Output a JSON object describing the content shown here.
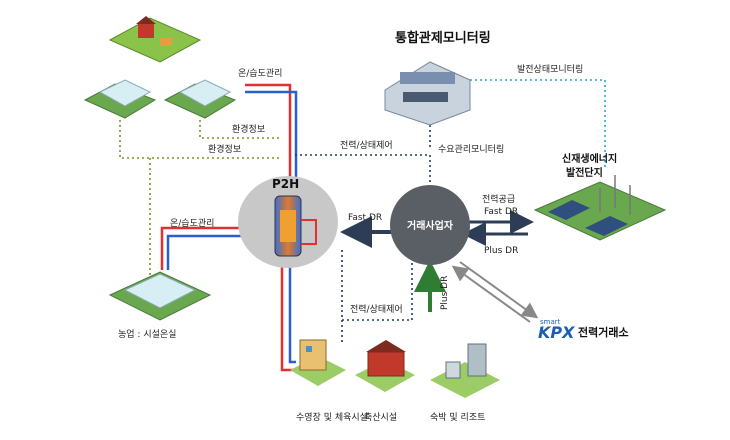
{
  "title": "통합관제모니터링",
  "nodes": {
    "p2h": "P2H",
    "broker": "거래사업자",
    "renewable_line1": "신재생에너지",
    "renewable_line2": "발전단지",
    "greenhouse": "농업 : 시설온실",
    "pool": "수영장 및 체육시설",
    "livestock": "축산시설",
    "resort": "숙박 및 리조트",
    "kpx_small": "smart",
    "kpx_logo": "KPX",
    "kpx_text": "전력거래소"
  },
  "labels": {
    "temp_humidity_top": "온/습도관리",
    "env_info_1": "환경정보",
    "env_info_2": "환경정보",
    "power_control_top": "전력/상태제어",
    "demand_monitoring": "수요관리모니터링",
    "generation_monitoring": "발전상태모니터링",
    "fast_dr_left": "Fast DR",
    "power_supply": "전력공급",
    "fast_dr_right": "Fast DR",
    "plus_dr_right": "Plus DR",
    "temp_humidity_left": "온/습도관리",
    "power_control_bottom": "전력/상태제어",
    "plus_dr_vertical": "Plus DR"
  },
  "colors": {
    "red_pipe": "#e03030",
    "blue_pipe": "#2a5fc9",
    "dotted_olive": "#8a8a2a",
    "dotted_navy": "#1f3a6b",
    "dotted_cyan": "#2aa3d8",
    "dr_arrow": "#2d3d55",
    "plus_dr_arrow": "#2e7d32",
    "broker_circle": "#5a5f66"
  }
}
